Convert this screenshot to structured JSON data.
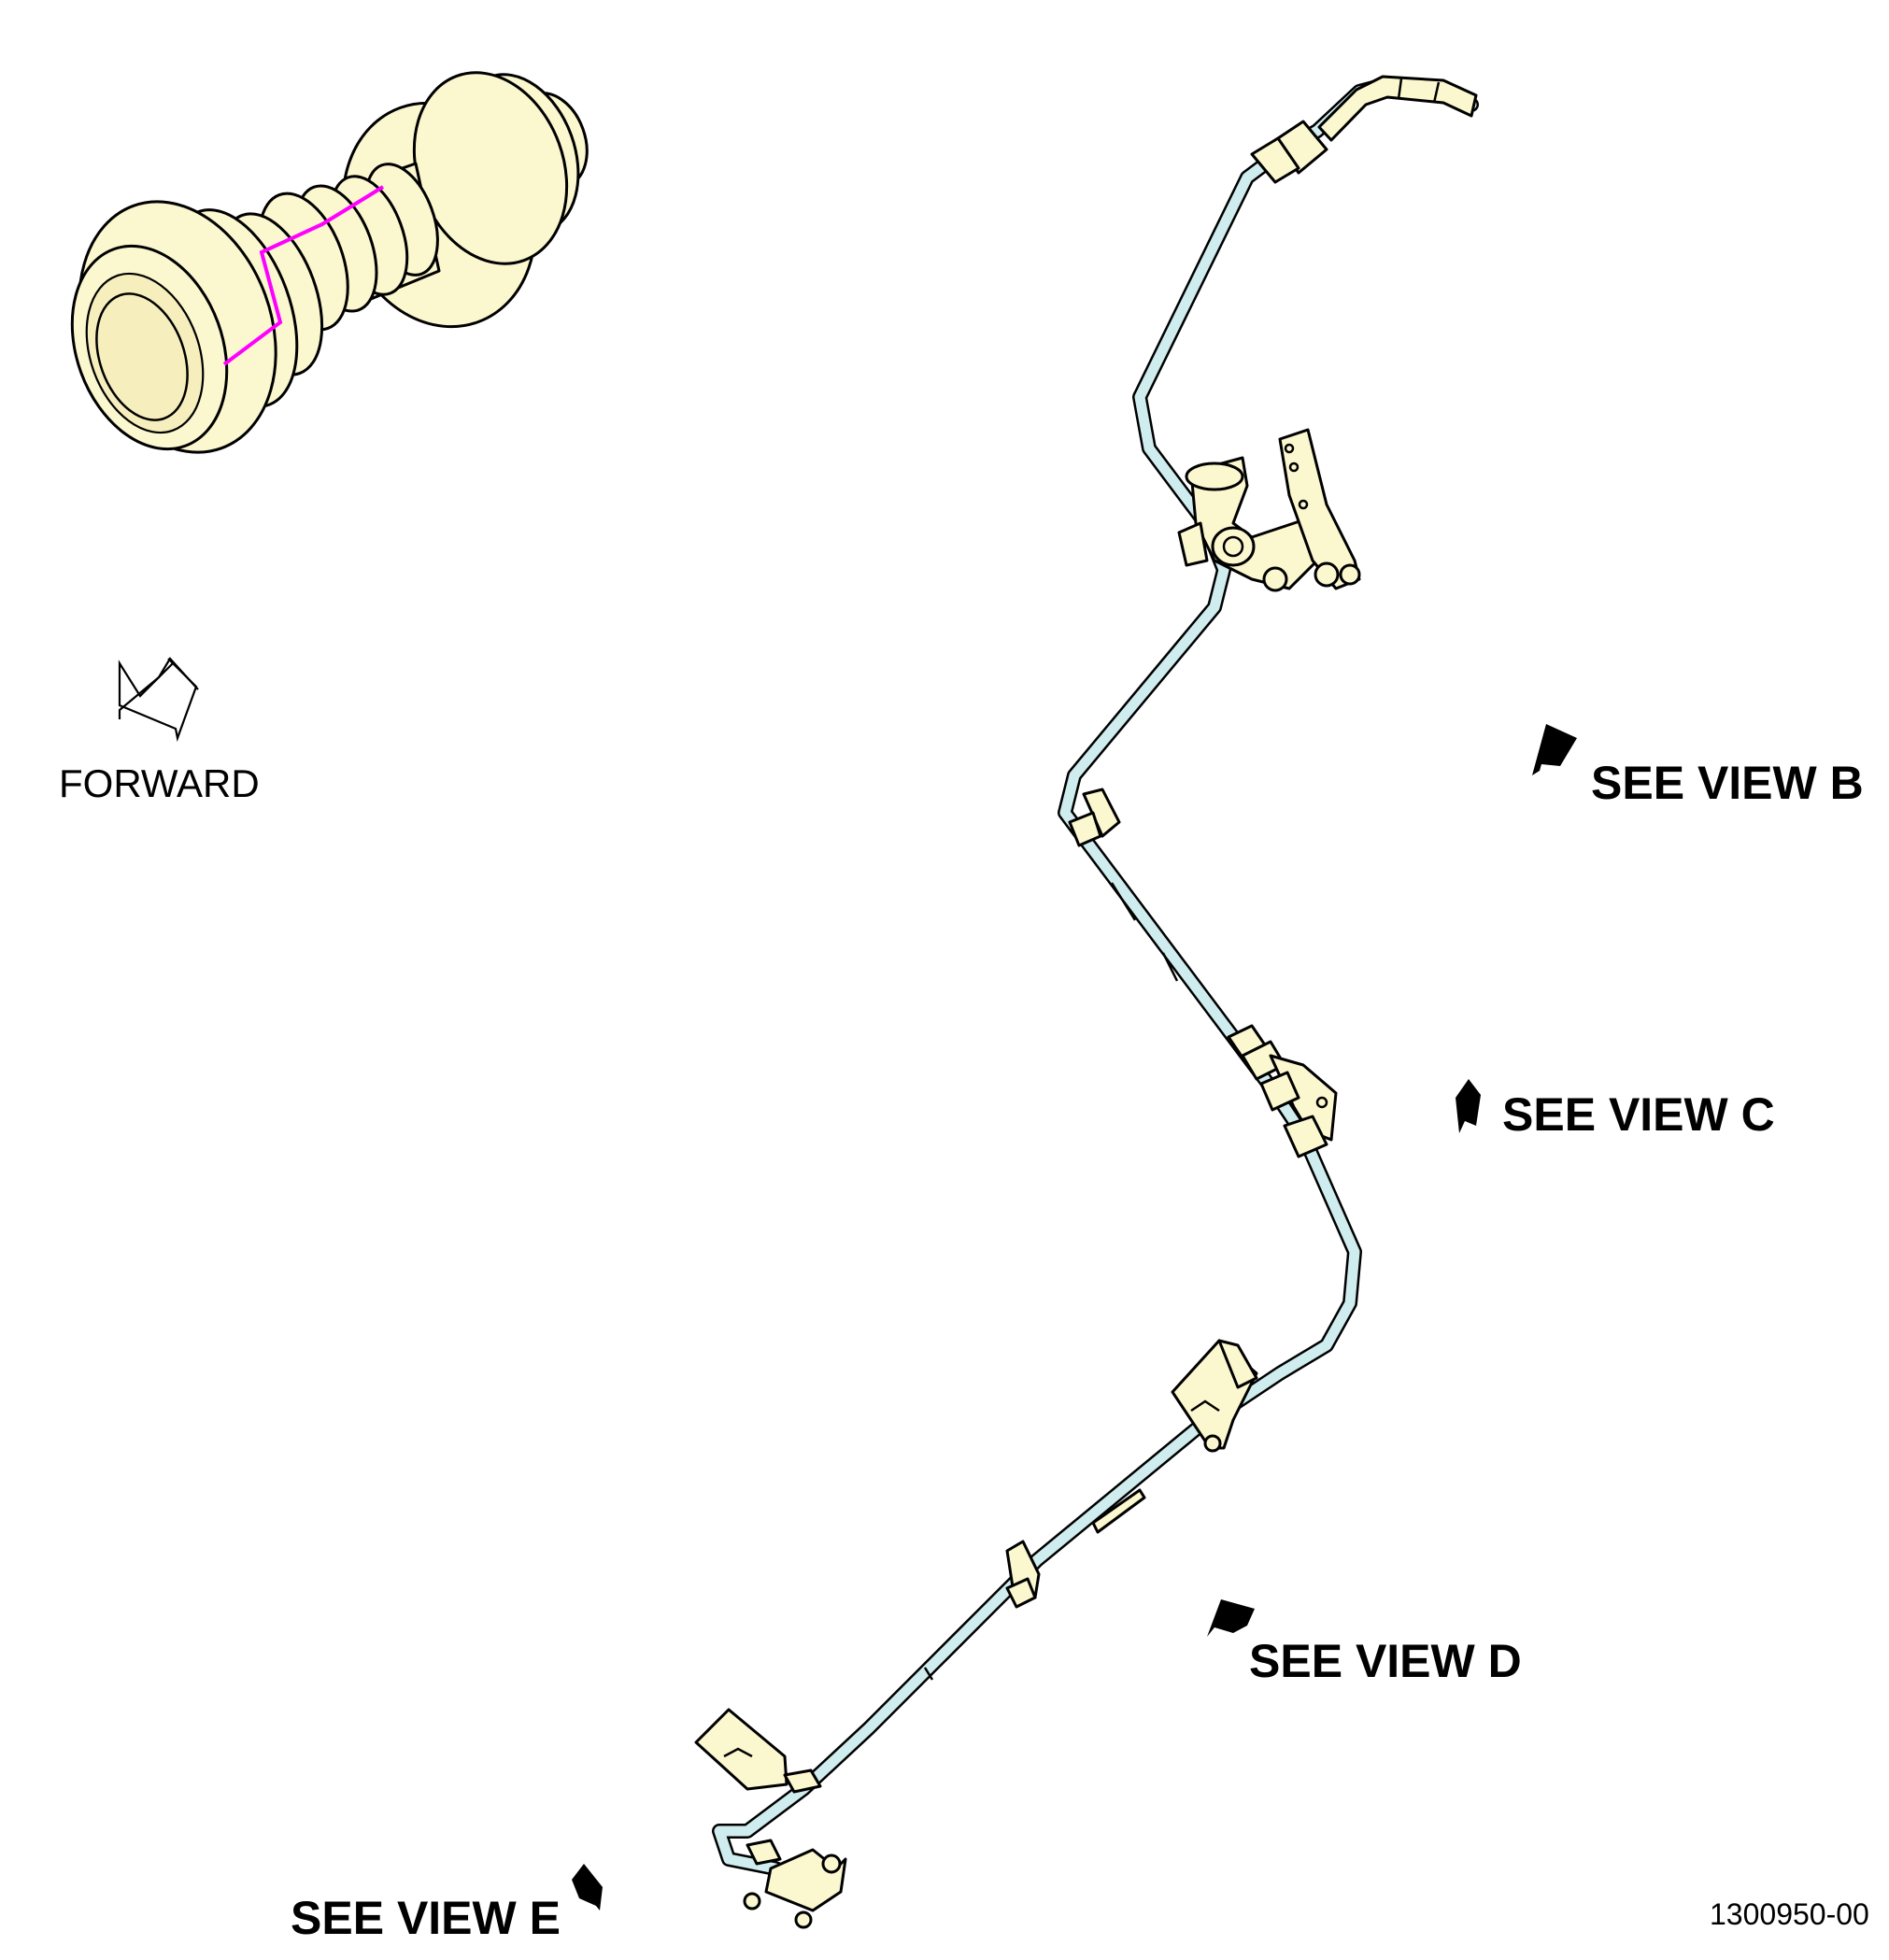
{
  "labels": {
    "forward": "FORWARD",
    "view_b": "SEE VIEW B",
    "view_c": "SEE VIEW C",
    "view_d": "SEE VIEW D",
    "view_e": "SEE VIEW E",
    "figure_id": "1300950-00"
  },
  "colors": {
    "tube": "#cfecee",
    "component": "#fbf7cf",
    "locator_line": "#ff00ff",
    "outline": "#000000"
  },
  "icons": {
    "forward": "hollow-arrow-icon",
    "view_pointer": "solid-arrow-icon"
  }
}
